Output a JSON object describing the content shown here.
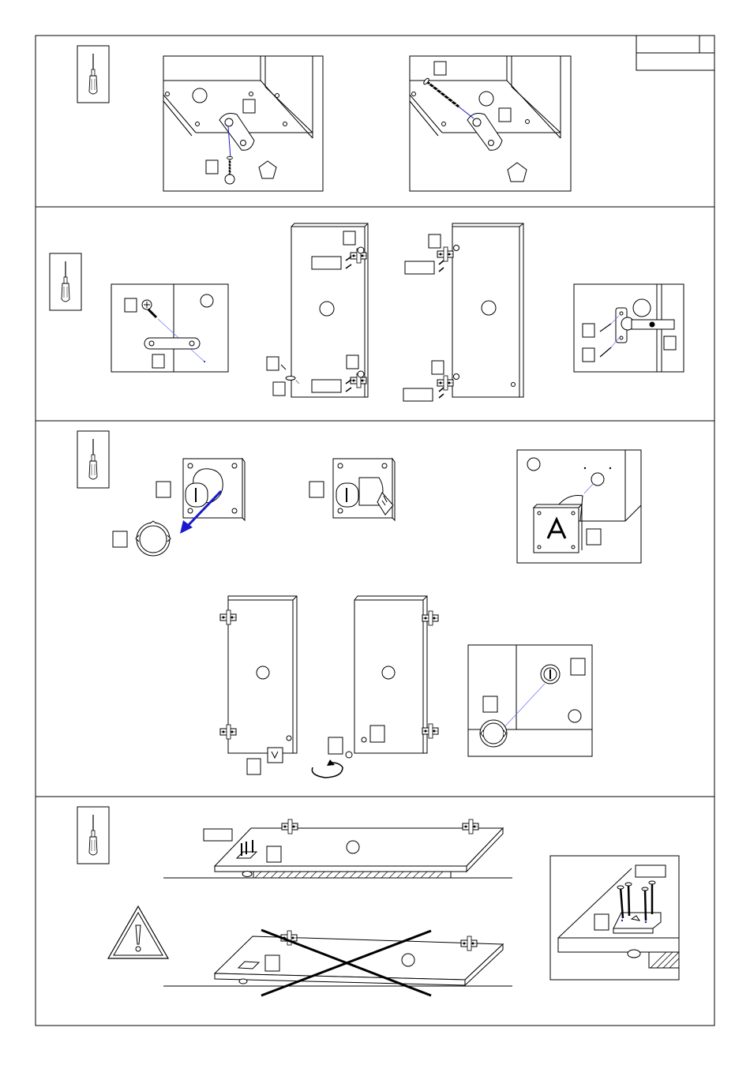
{
  "document": {
    "type": "assembly-instructions",
    "steps": [
      {
        "panel": 1,
        "tool": "screwdriver-icon",
        "content": [
          "mounting-bracket",
          "screw"
        ]
      },
      {
        "panel": 2,
        "tool": "screwdriver-icon",
        "content": [
          "connector-plate",
          "door-hinges"
        ]
      },
      {
        "panel": 3,
        "tool": "screwdriver-icon",
        "content": [
          "lock-cylinder",
          "lock-plate",
          "rotate-arrow"
        ]
      },
      {
        "panel": 4,
        "tool": "screwdriver-icon",
        "content": [
          "shelf-plate",
          "warning-sign",
          "incorrect-method-cross"
        ]
      }
    ],
    "colors": {
      "line": "#000000",
      "accent": "#1a1acc",
      "guide": "#6a6aff"
    }
  }
}
